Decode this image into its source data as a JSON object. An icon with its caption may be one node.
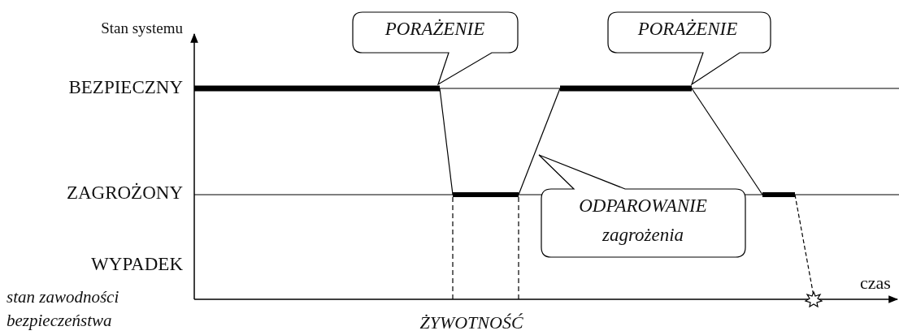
{
  "diagram": {
    "nodes": [
      {
        "text": [
          "PORAŻENIE"
        ]
      },
      {
        "text": [
          "PORAŻENIE"
        ]
      },
      {
        "text": [
          "ODPAROWANIE",
          "zagrożenia"
        ]
      }
    ],
    "labels": [
      "Stan systemu",
      "BEZPIECZNY",
      "ZAGROŻONY",
      "WYPADEK",
      "stan zawodności bezpieczeństwa",
      "czas",
      "ŻYWOTNOŚĆ"
    ]
  }
}
